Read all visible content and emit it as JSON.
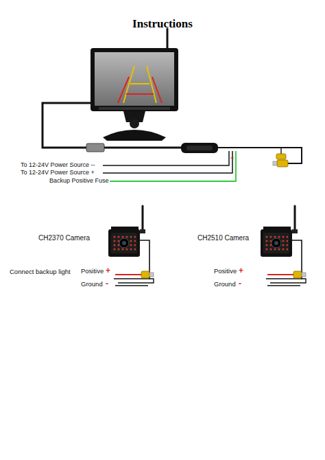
{
  "diagram": {
    "title": "Instructions",
    "nodes": [
      {
        "text": [
          "CH2370 Camera"
        ]
      },
      {
        "text": [
          "CH2510 Camera"
        ]
      }
    ],
    "labels": [
      "To 12-24V Power Source --",
      "To 12-24V Power Source +",
      "Backup Positive Fuse",
      "Connect backup light",
      "Positive",
      "+",
      "Ground",
      "-",
      "Positive",
      "+",
      "Ground",
      "-"
    ]
  }
}
